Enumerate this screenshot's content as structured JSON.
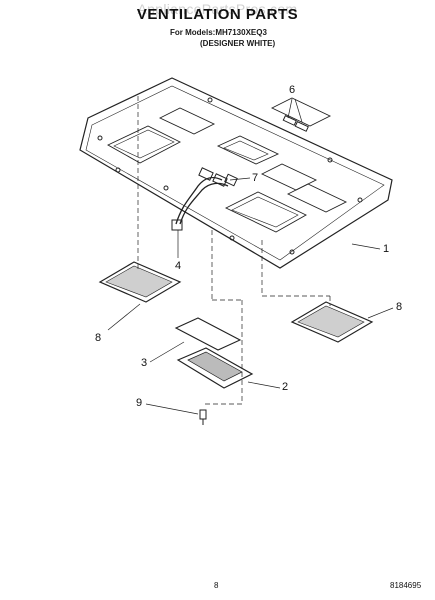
{
  "header": {
    "title": "VENTILATION PARTS",
    "watermark": "AppliancePartsPros.com",
    "models_line": "For Models:MH7130XEQ3",
    "color_line": "(DESIGNER WHITE)"
  },
  "callouts": [
    "6",
    "7",
    "1",
    "4",
    "8",
    "8",
    "3",
    "2",
    "9"
  ],
  "footer": {
    "page_number": "8",
    "doc_number": "8184695"
  }
}
